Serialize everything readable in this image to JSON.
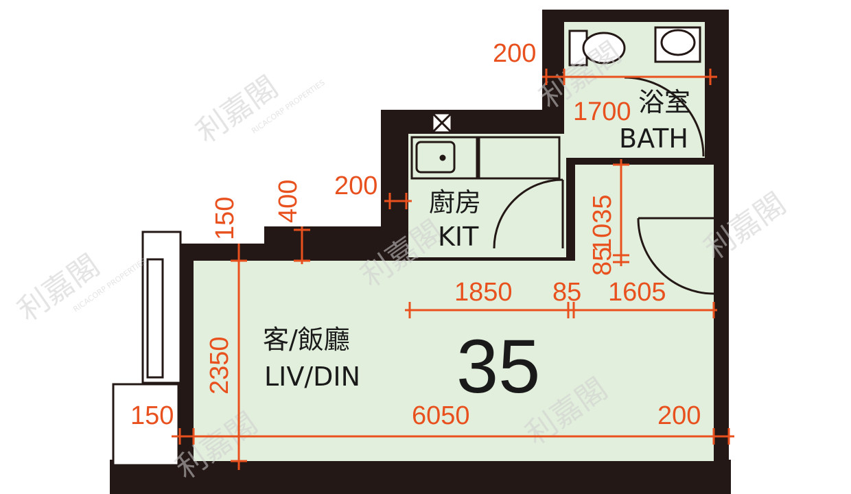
{
  "unit_number": "35",
  "rooms": {
    "living": {
      "zh": "客/飯廳",
      "en": "LIV/DIN"
    },
    "kitchen": {
      "zh": "廚房",
      "en": "KIT"
    },
    "bath": {
      "zh": "浴室",
      "en": "BATH"
    }
  },
  "dimensions": {
    "bath_wall": "200",
    "bath_width": "1700",
    "kitchen_wall": "200",
    "wall_150_top": "150",
    "step_400": "400",
    "bath_height": "1035",
    "gap_85_vertical": "85",
    "kitchen_width": "1850",
    "gap_85_horizontal": "85",
    "corridor_width": "1605",
    "liv_height": "2350",
    "left_wall": "150",
    "total_width": "6050",
    "right_wall": "200"
  },
  "watermark": {
    "brand_zh": "利嘉閣",
    "brand_en": "RICACORP PROPERTIES"
  },
  "colors": {
    "room_fill": "#e2efdc",
    "wall": "#231815",
    "dimension": "#e8501e"
  }
}
